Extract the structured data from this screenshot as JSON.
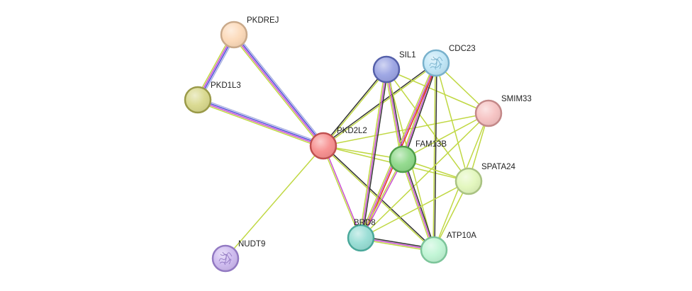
{
  "network": {
    "nodes": [
      {
        "id": "PKDREJ",
        "label": "PKDREJ",
        "fill": "#fcd9b8",
        "stroke": "#c9a98a",
        "icon": "none"
      },
      {
        "id": "PKD1L3",
        "label": "PKD1L3",
        "fill": "#d8d88c",
        "stroke": "#9a9a48",
        "icon": "none"
      },
      {
        "id": "PKD2L2",
        "label": "PKD2L2",
        "fill": "#f78e8e",
        "stroke": "#c05050",
        "icon": "none"
      },
      {
        "id": "NUDT9",
        "label": "NUDT9",
        "fill": "#cdb9ef",
        "stroke": "#9279c2",
        "icon": "protein-structure-icon"
      },
      {
        "id": "SIL1",
        "label": "SIL1",
        "fill": "#9aa3e3",
        "stroke": "#5560aa",
        "icon": "none"
      },
      {
        "id": "CDC23",
        "label": "CDC23",
        "fill": "#bfe6f7",
        "stroke": "#78b1cc",
        "icon": "protein-structure-icon"
      },
      {
        "id": "SMIM33",
        "label": "SMIM33",
        "fill": "#f6c2c2",
        "stroke": "#c38888",
        "icon": "none"
      },
      {
        "id": "FAM13B",
        "label": "FAM13B",
        "fill": "#8fd98a",
        "stroke": "#4f9e4a",
        "icon": "none"
      },
      {
        "id": "SPATA24",
        "label": "SPATA24",
        "fill": "#e2f7bc",
        "stroke": "#a9c282",
        "icon": "none"
      },
      {
        "id": "BRD8",
        "label": "BRD8",
        "fill": "#96ddd4",
        "stroke": "#4aa89a",
        "icon": "none"
      },
      {
        "id": "ATP10A",
        "label": "ATP10A",
        "fill": "#bff5d4",
        "stroke": "#7cc59a",
        "icon": "none"
      }
    ],
    "edge_colors": {
      "textmining": "#c0d843",
      "coexpression": "#333333",
      "experiments": "#c94fd1",
      "databases": "#4a4ad9",
      "homology": "#a8b0e0",
      "gene_fusion": "#e0301e"
    },
    "edges": [
      {
        "a": "PKDREJ",
        "b": "PKD1L3",
        "types": [
          "homology",
          "databases",
          "experiments",
          "textmining"
        ]
      },
      {
        "a": "PKDREJ",
        "b": "PKD2L2",
        "types": [
          "homology",
          "databases",
          "experiments",
          "textmining"
        ]
      },
      {
        "a": "PKD1L3",
        "b": "PKD2L2",
        "types": [
          "homology",
          "databases",
          "experiments",
          "textmining"
        ]
      },
      {
        "a": "PKD2L2",
        "b": "NUDT9",
        "types": [
          "textmining"
        ]
      },
      {
        "a": "PKD2L2",
        "b": "SIL1",
        "types": [
          "coexpression",
          "textmining"
        ]
      },
      {
        "a": "PKD2L2",
        "b": "CDC23",
        "types": [
          "coexpression",
          "textmining"
        ]
      },
      {
        "a": "PKD2L2",
        "b": "SMIM33",
        "types": [
          "textmining"
        ]
      },
      {
        "a": "PKD2L2",
        "b": "FAM13B",
        "types": [
          "textmining"
        ]
      },
      {
        "a": "PKD2L2",
        "b": "SPATA24",
        "types": [
          "textmining"
        ]
      },
      {
        "a": "PKD2L2",
        "b": "BRD8",
        "types": [
          "experiments",
          "textmining"
        ]
      },
      {
        "a": "PKD2L2",
        "b": "ATP10A",
        "types": [
          "coexpression",
          "textmining"
        ]
      },
      {
        "a": "SIL1",
        "b": "FAM13B",
        "types": [
          "coexpression",
          "experiments",
          "textmining"
        ]
      },
      {
        "a": "SIL1",
        "b": "BRD8",
        "types": [
          "coexpression",
          "experiments",
          "textmining"
        ]
      },
      {
        "a": "SIL1",
        "b": "ATP10A",
        "types": [
          "textmining"
        ]
      },
      {
        "a": "SIL1",
        "b": "SMIM33",
        "types": [
          "textmining"
        ]
      },
      {
        "a": "SIL1",
        "b": "SPATA24",
        "types": [
          "textmining"
        ]
      },
      {
        "a": "CDC23",
        "b": "FAM13B",
        "types": [
          "coexpression",
          "experiments",
          "textmining"
        ]
      },
      {
        "a": "CDC23",
        "b": "BRD8",
        "types": [
          "gene_fusion",
          "experiments",
          "textmining"
        ]
      },
      {
        "a": "CDC23",
        "b": "ATP10A",
        "types": [
          "coexpression",
          "textmining"
        ]
      },
      {
        "a": "CDC23",
        "b": "SPATA24",
        "types": [
          "textmining"
        ]
      },
      {
        "a": "CDC23",
        "b": "SMIM33",
        "types": [
          "textmining"
        ]
      },
      {
        "a": "SMIM33",
        "b": "FAM13B",
        "types": [
          "textmining"
        ]
      },
      {
        "a": "SMIM33",
        "b": "SPATA24",
        "types": [
          "textmining"
        ]
      },
      {
        "a": "SMIM33",
        "b": "ATP10A",
        "types": [
          "textmining"
        ]
      },
      {
        "a": "SMIM33",
        "b": "BRD8",
        "types": [
          "textmining"
        ]
      },
      {
        "a": "FAM13B",
        "b": "BRD8",
        "types": [
          "experiments",
          "textmining"
        ]
      },
      {
        "a": "FAM13B",
        "b": "ATP10A",
        "types": [
          "coexpression",
          "experiments",
          "textmining"
        ]
      },
      {
        "a": "FAM13B",
        "b": "SPATA24",
        "types": [
          "textmining"
        ]
      },
      {
        "a": "SPATA24",
        "b": "BRD8",
        "types": [
          "textmining"
        ]
      },
      {
        "a": "SPATA24",
        "b": "ATP10A",
        "types": [
          "textmining"
        ]
      },
      {
        "a": "BRD8",
        "b": "ATP10A",
        "types": [
          "coexpression",
          "experiments",
          "textmining"
        ]
      }
    ]
  }
}
